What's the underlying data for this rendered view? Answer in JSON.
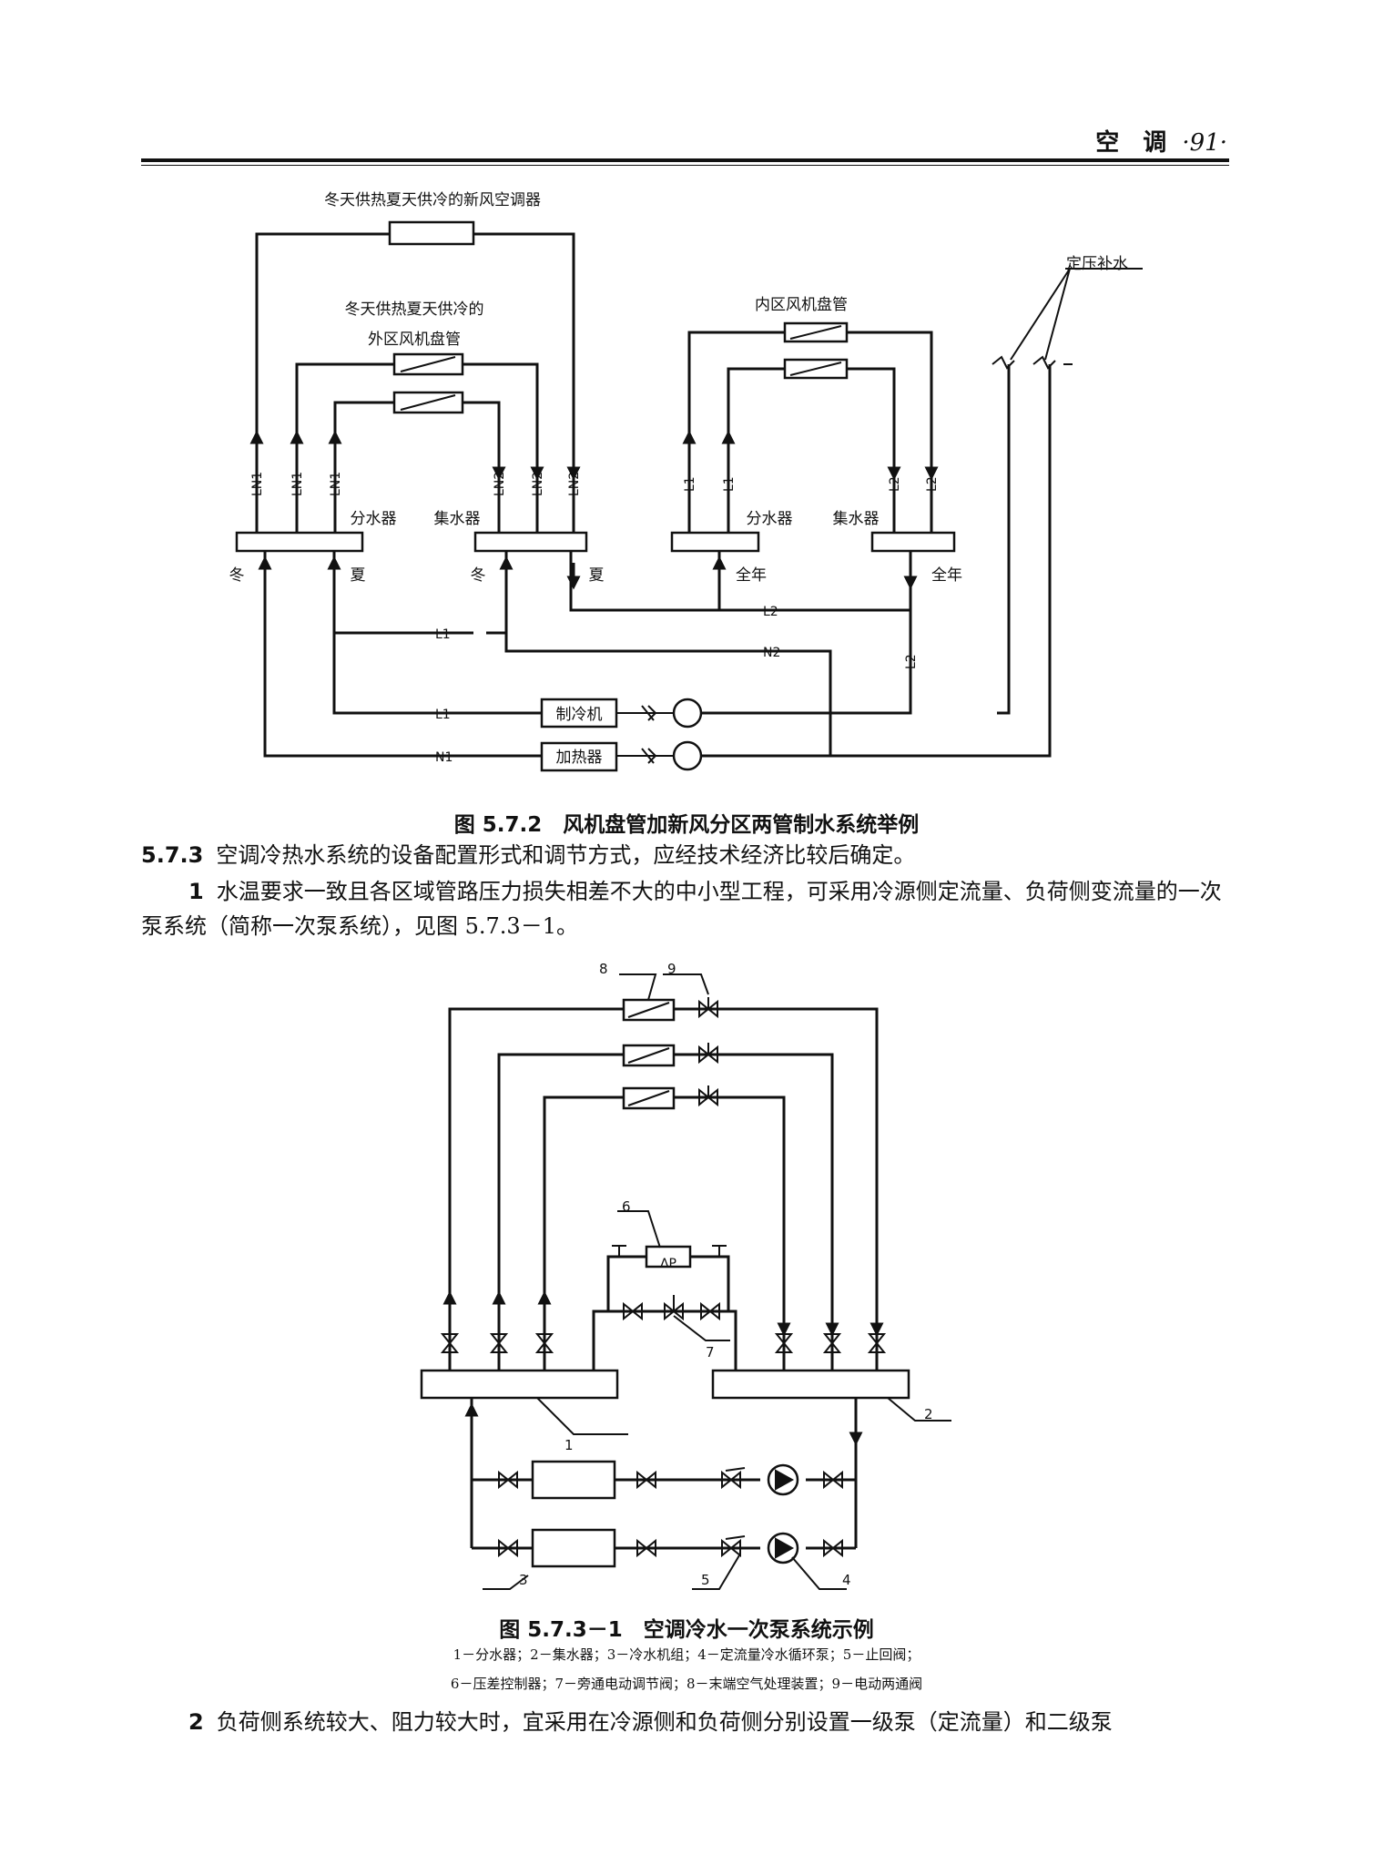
{
  "header": {
    "section": "空　调",
    "page": "·91·"
  },
  "figure1": {
    "caption": "图 5.7.2　风机盘管加新风分区两管制水系统举例",
    "labels": {
      "fresh_air_unit": "冬天供热夏天供冷的新风空调器",
      "outer_fcu_1": "冬天供热夏天供冷的",
      "outer_fcu_2": "外区风机盘管",
      "inner_fcu": "内区风机盘管",
      "makeup": "定压补水",
      "distributor": "分水器",
      "collector": "集水器",
      "winter": "冬",
      "summer": "夏",
      "all_year": "全年",
      "chiller": "制冷机",
      "heater": "加热器",
      "ln1": "LN1",
      "ln2": "LN2",
      "l1": "L1",
      "l2": "L2",
      "n1": "N1",
      "n2": "N2"
    }
  },
  "section_573": {
    "number": "5.7.3",
    "text": "空调冷热水系统的设备配置形式和调节方式，应经技术经济比较后确定。",
    "item1_num": "1",
    "item1_text": "水温要求一致且各区域管路压力损失相差不大的中小型工程，可采用冷源侧定流量、负荷侧变流量的一次泵系统（简称一次泵系统），见图 5.7.3－1。"
  },
  "figure2": {
    "caption": "图 5.7.3－1　空调冷水一次泵系统示例",
    "note1": "1－分水器；2－集水器；3－冷水机组；4－定流量冷水循环泵；5－止回阀；",
    "note2": "6－压差控制器；7－旁通电动调节阀；8－末端空气处理装置；9－电动两通阀",
    "callouts": {
      "n1": "1",
      "n2": "2",
      "n3": "3",
      "n4": "4",
      "n5": "5",
      "n6": "6",
      "n7": "7",
      "n8": "8",
      "n9": "9"
    },
    "dp_symbol": "ΔP"
  },
  "item2": {
    "num": "2",
    "text": "负荷侧系统较大、阻力较大时，宜采用在冷源侧和负荷侧分别设置一级泵（定流量）和二级泵"
  }
}
